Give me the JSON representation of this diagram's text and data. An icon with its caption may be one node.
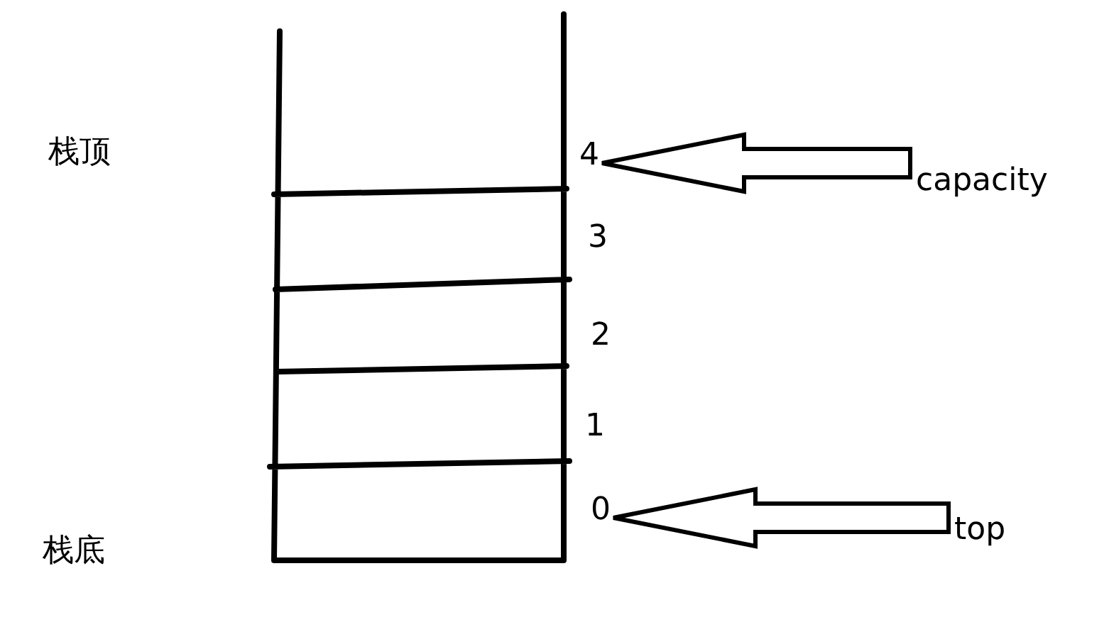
{
  "diagram": {
    "nodes": [
      {
        "text": [
          "4"
        ]
      },
      {
        "text": [
          "capacity"
        ]
      },
      {
        "text": [
          "0"
        ]
      },
      {
        "text": [
          "top"
        ]
      }
    ],
    "edges": [
      {
        "from": 1,
        "to": 0,
        "arrow": "to"
      },
      {
        "from": 3,
        "to": 2,
        "arrow": "to"
      }
    ],
    "labels": [
      "栈顶",
      "3",
      "2",
      "1",
      "栈底"
    ]
  }
}
